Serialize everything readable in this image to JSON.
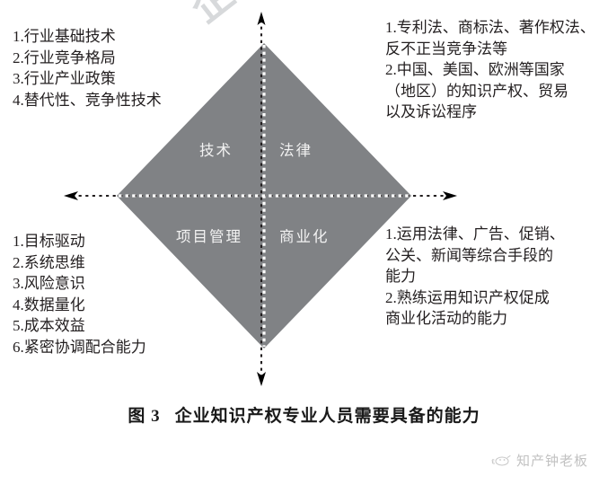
{
  "watermark": {
    "text": "企业知"
  },
  "diagram": {
    "fill_color": "#808285",
    "axis_color": "#231f20",
    "divider_color": "#ffffff",
    "quadrants": [
      {
        "id": "technology",
        "label": "技术"
      },
      {
        "id": "law",
        "label": "法律"
      },
      {
        "id": "project-management",
        "label": "项目管理"
      },
      {
        "id": "commercialization",
        "label": "商业化"
      }
    ]
  },
  "blocks": {
    "top_left": {
      "lines": [
        "1.行业基础技术",
        "2.行业竞争格局",
        "3.行业产业政策",
        "4.替代性、竞争性技术"
      ]
    },
    "top_right": {
      "lines": [
        "1.专利法、商标法、著作权法、",
        "反不正当竞争法等",
        "2.中国、美国、欧洲等国家",
        "（地区）的知识产权、贸易",
        "以及诉讼程序"
      ]
    },
    "bottom_left": {
      "lines": [
        "1.目标驱动",
        "2.系统思维",
        "3.风险意识",
        "4.数据量化",
        "5.成本效益",
        "6.紧密协调配合能力"
      ]
    },
    "bottom_right": {
      "lines": [
        "1.运用法律、广告、促销、",
        "公关、新闻等综合手段的",
        "能力",
        "2.熟练运用知识产权促成",
        "商业化活动的能力"
      ]
    }
  },
  "caption": {
    "number": "图 3",
    "title": "企业知识产权专业人员需要具备的能力"
  },
  "footer": {
    "account_name": "知产钟老板"
  }
}
